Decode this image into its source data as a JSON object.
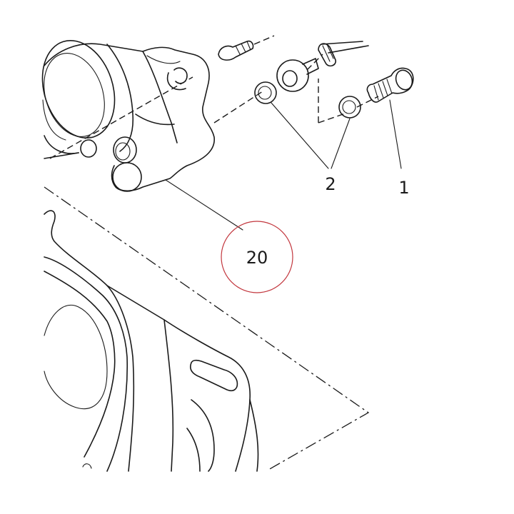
{
  "callouts": {
    "part_1": "1",
    "part_2": "2",
    "part_20": "20"
  },
  "colors": {
    "line": "#1a1a1a",
    "highlight_circle": "#c2363d",
    "background": "#ffffff"
  }
}
